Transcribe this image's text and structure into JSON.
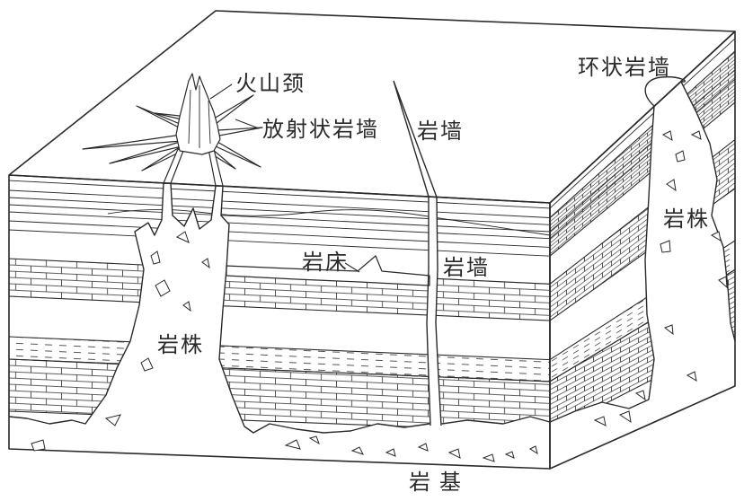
{
  "figure": {
    "labels": {
      "volcanic_neck": "火山颈",
      "radial_dikes": "放射状岩墙",
      "dike_top": "岩墙",
      "ring_dike": "环状岩墙",
      "stock_right": "岩株",
      "sill": "岩床",
      "dike_middle": "岩墙",
      "stock_left": "岩株",
      "batholith": "岩基"
    }
  },
  "colors": {
    "ink": "#2a2a2a",
    "paper": "#ffffff"
  }
}
